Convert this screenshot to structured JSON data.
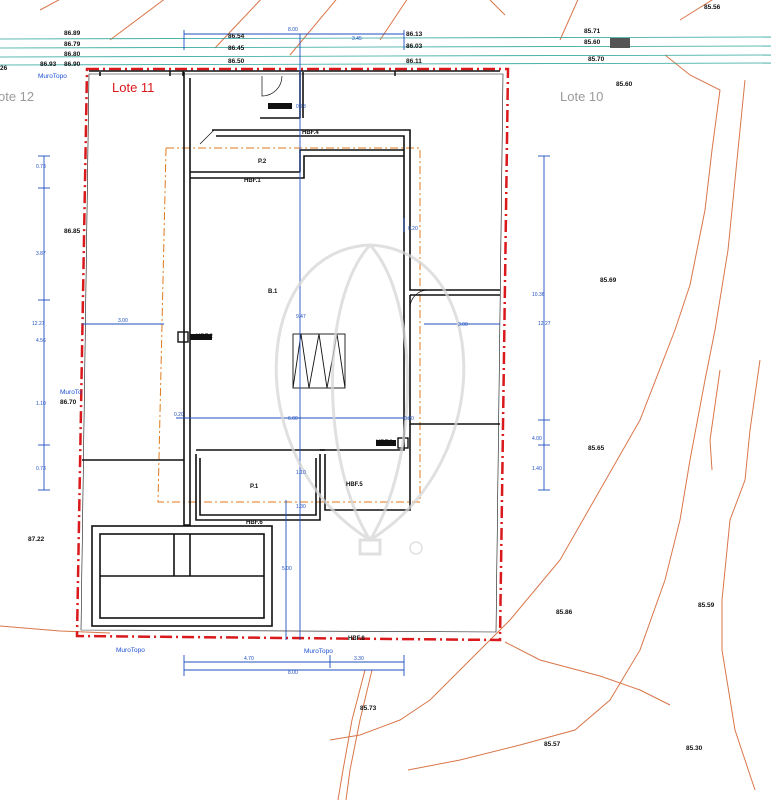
{
  "lots": {
    "left": "ote 12",
    "current": "Lote 11",
    "right": "Lote 10"
  },
  "colors": {
    "contour": "#d9764a",
    "boundary": "#d9191c",
    "dimension": "#1f4fbf",
    "walls": "#111111",
    "road": "#2aa59a",
    "setback": "#e07a1d",
    "watermark": "#d6d6d6"
  },
  "elevations": {
    "e1": "86.89",
    "e2": "86.79",
    "e3": "86.80",
    "e4": "86.90",
    "e5": "86.93",
    "e6": "86.54",
    "e7": "86.45",
    "e8": "86.50",
    "e9": "86.13",
    "e10": "86.03",
    "e11": "86.11",
    "e12": "85.71",
    "e13": "85.60",
    "e14": "85.70",
    "e15": "85.60",
    "e16": "85.56",
    "e17": "86.85",
    "e18": "85.69",
    "e19": "85.65",
    "e20": "85.86",
    "e21": "85.59",
    "e22": "85.57",
    "e23": "85.30",
    "e24": "85.73",
    "e25": "87.22",
    "e26": "86.70",
    "e27": "26"
  },
  "wall_labels": {
    "top_left": "MuroTopo",
    "left": "MuroTo",
    "bottom_left": "MuroTopo",
    "bottom_right": "MuroTopo"
  },
  "dimensions": {
    "d_top_total": "8.00",
    "d_top_right": "3.45",
    "d_left_total": "12.27",
    "d_left_a": "0.73",
    "d_left_b": "3.87",
    "d_left_c": "4.56",
    "d_left_d": "1.10",
    "d_mid_left": "3.00",
    "d_mid_right": "3.00",
    "d_right_total": "10.36",
    "d_right_b": "12.27",
    "d_right_c": "4.00",
    "d_right_d": "1.40",
    "d_mid_v": "9.47",
    "d_inner": "6.00",
    "d_lower_v": "1.10",
    "d_lower_v2": "1.30",
    "d_lower_v3": "5.00",
    "d_small_l": "0.20",
    "d_small_r": "0.20",
    "d_small_t": "0.20",
    "d_top_v": "0.73",
    "d_bot_a": "4.70",
    "d_bot_b": "3.30",
    "d_bot_total": "8.00"
  },
  "tags": {
    "t1": "HBF.4",
    "t2": "HBF.1",
    "t3": "HBF.2",
    "t4": "HBF.3",
    "t5": "HBF.5",
    "t6": "HBF.6",
    "t7": "HBF.7",
    "t8": "HBF.8",
    "r1": "P.2",
    "r2": "B.1",
    "r3": "P.1"
  }
}
